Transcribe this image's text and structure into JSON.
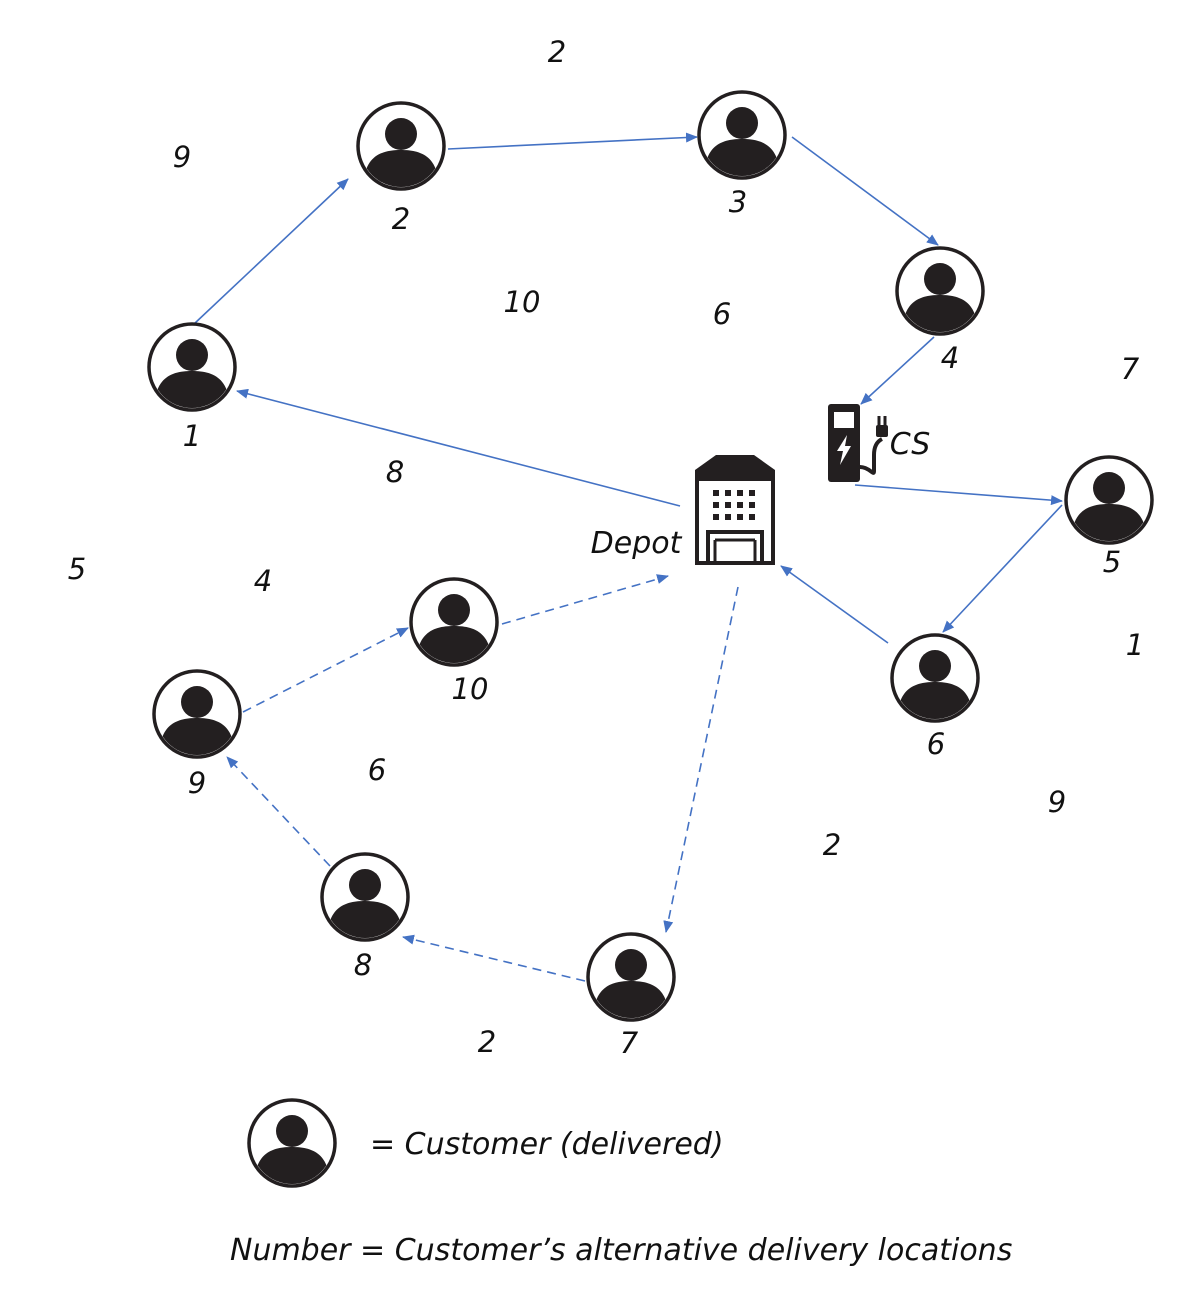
{
  "diagram": {
    "depot_label": "Depot",
    "cs_label": "CS",
    "customers": [
      {
        "id": "1",
        "label": "1"
      },
      {
        "id": "2",
        "label": "2"
      },
      {
        "id": "3",
        "label": "3"
      },
      {
        "id": "4",
        "label": "4"
      },
      {
        "id": "5",
        "label": "5"
      },
      {
        "id": "6",
        "label": "6"
      },
      {
        "id": "7",
        "label": "7"
      },
      {
        "id": "8",
        "label": "8"
      },
      {
        "id": "9",
        "label": "9"
      },
      {
        "id": "10",
        "label": "10"
      }
    ],
    "floating_numbers": [
      "2",
      "9",
      "10",
      "6",
      "7",
      "8",
      "5",
      "4",
      "1",
      "6",
      "9",
      "2",
      "2"
    ],
    "routes": [
      {
        "from": "depot",
        "to": "1",
        "style": "solid"
      },
      {
        "from": "1",
        "to": "2",
        "style": "solid"
      },
      {
        "from": "2",
        "to": "3",
        "style": "solid"
      },
      {
        "from": "3",
        "to": "4",
        "style": "solid"
      },
      {
        "from": "4",
        "to": "cs",
        "style": "solid"
      },
      {
        "from": "cs",
        "to": "5",
        "style": "solid"
      },
      {
        "from": "5",
        "to": "6",
        "style": "solid"
      },
      {
        "from": "6",
        "to": "depot",
        "style": "solid"
      },
      {
        "from": "depot",
        "to": "7",
        "style": "dashed"
      },
      {
        "from": "7",
        "to": "8",
        "style": "dashed"
      },
      {
        "from": "8",
        "to": "9",
        "style": "dashed"
      },
      {
        "from": "9",
        "to": "10",
        "style": "dashed"
      },
      {
        "from": "10",
        "to": "depot",
        "style": "dashed"
      }
    ],
    "colors": {
      "arrow": "#4472c4",
      "icon": "#231f20"
    }
  },
  "legend": {
    "customer_text": "= Customer (delivered)",
    "number_text": "Number = Customer’s  alternative delivery locations"
  }
}
